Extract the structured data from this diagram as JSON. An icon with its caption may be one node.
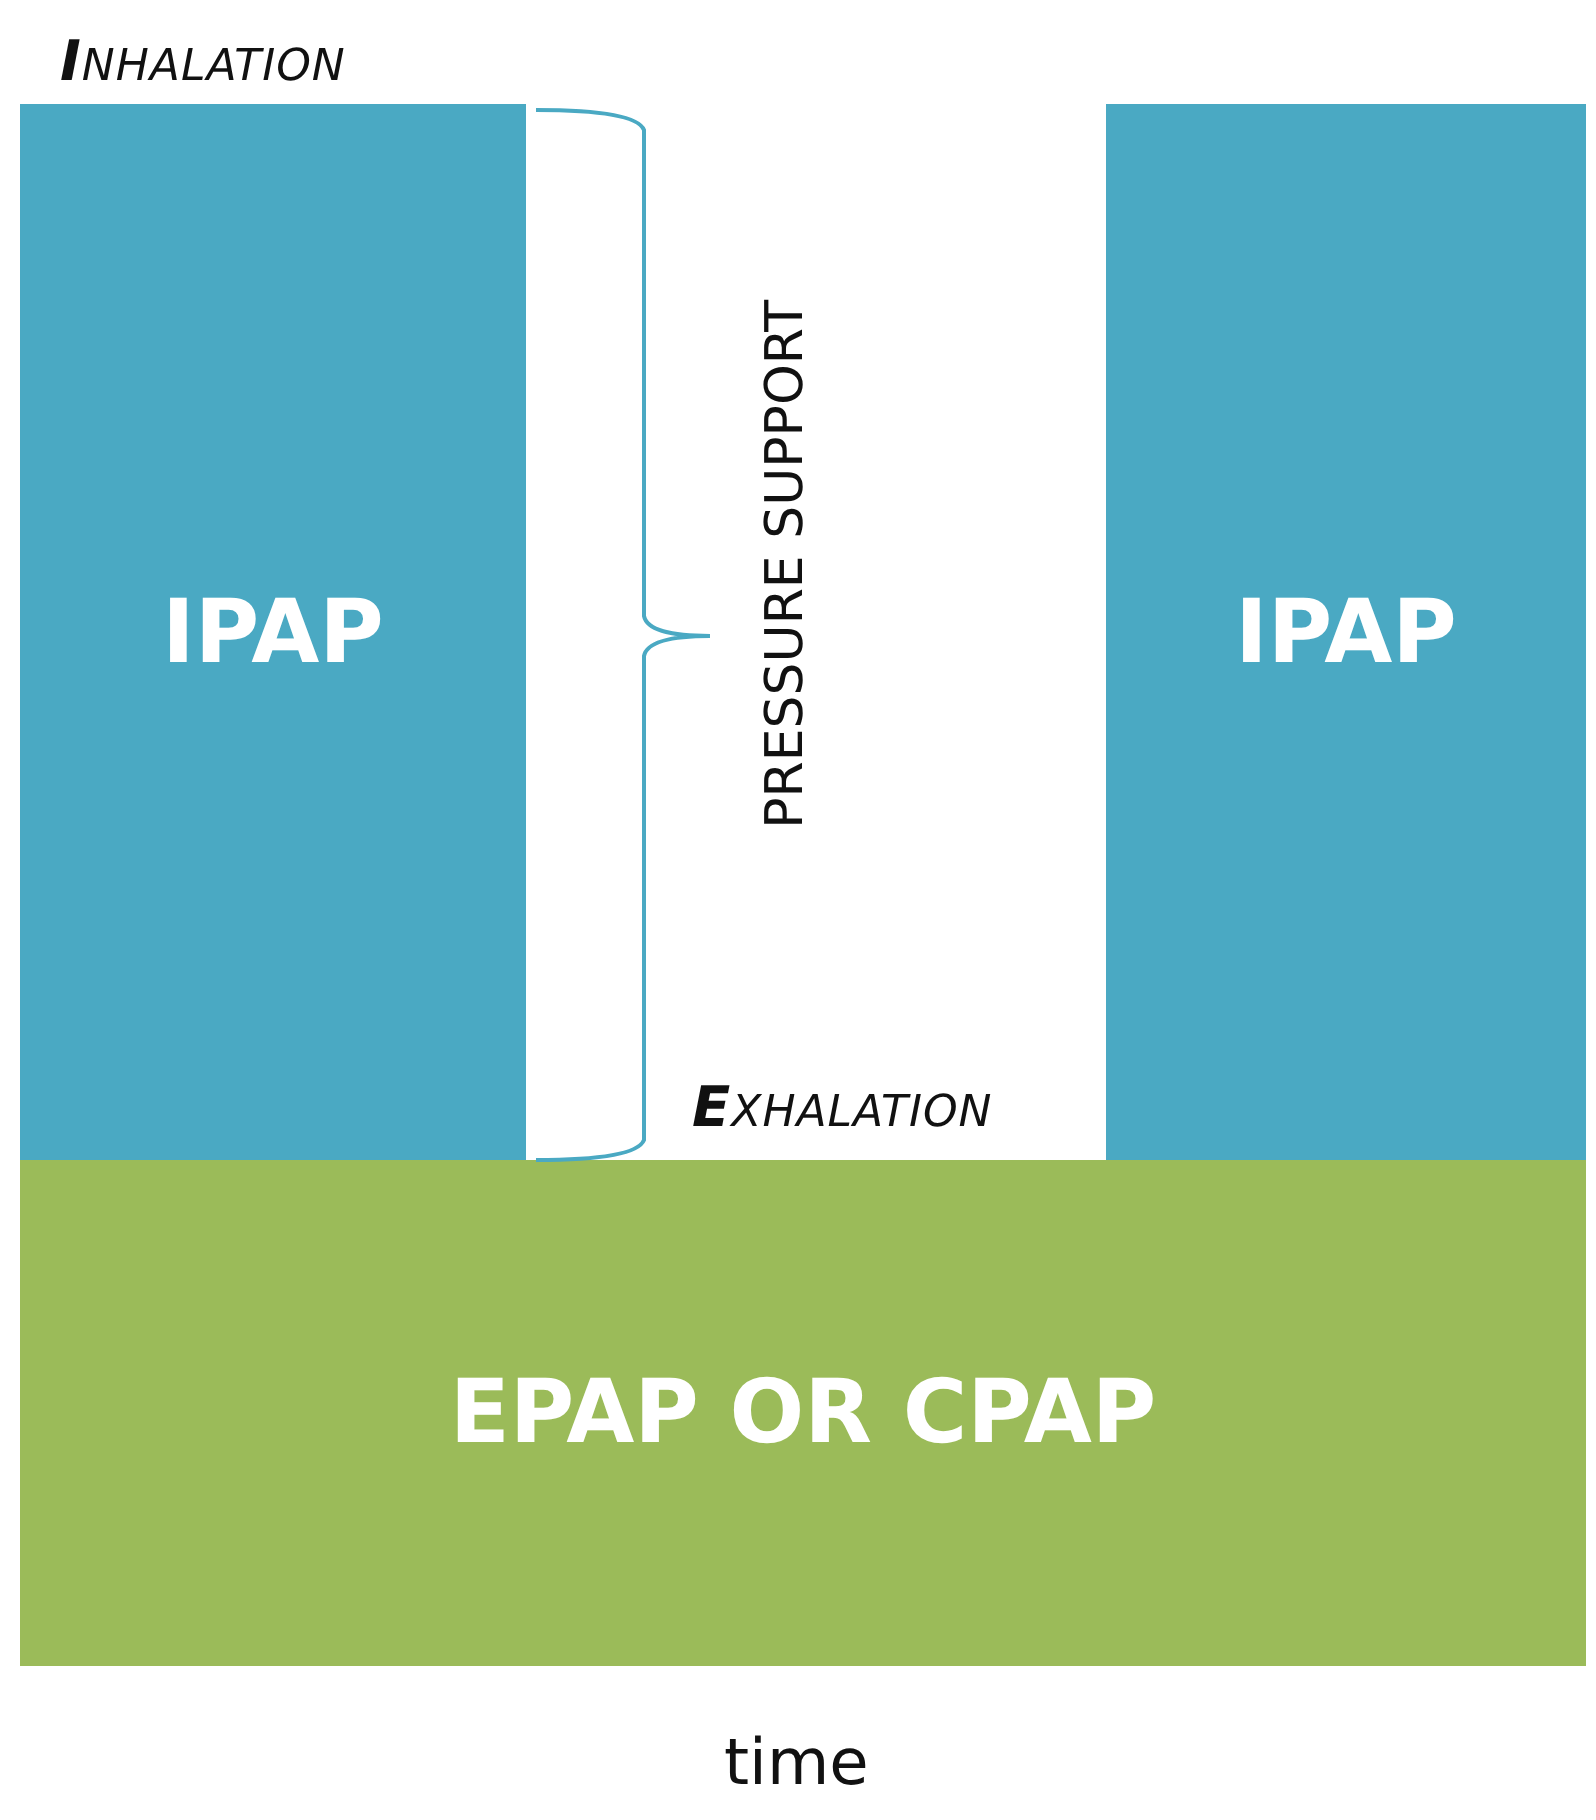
{
  "diagram": {
    "nodes": [
      {
        "text": [
          "IPAP"
        ]
      },
      {
        "text": [
          "IPAP"
        ]
      },
      {
        "text": [
          "EPAP OR CPAP"
        ]
      }
    ],
    "labels": [
      "**I**NHALATION",
      "PRESSURE SUPPORT",
      "**E**XHALATION",
      "time"
    ]
  }
}
